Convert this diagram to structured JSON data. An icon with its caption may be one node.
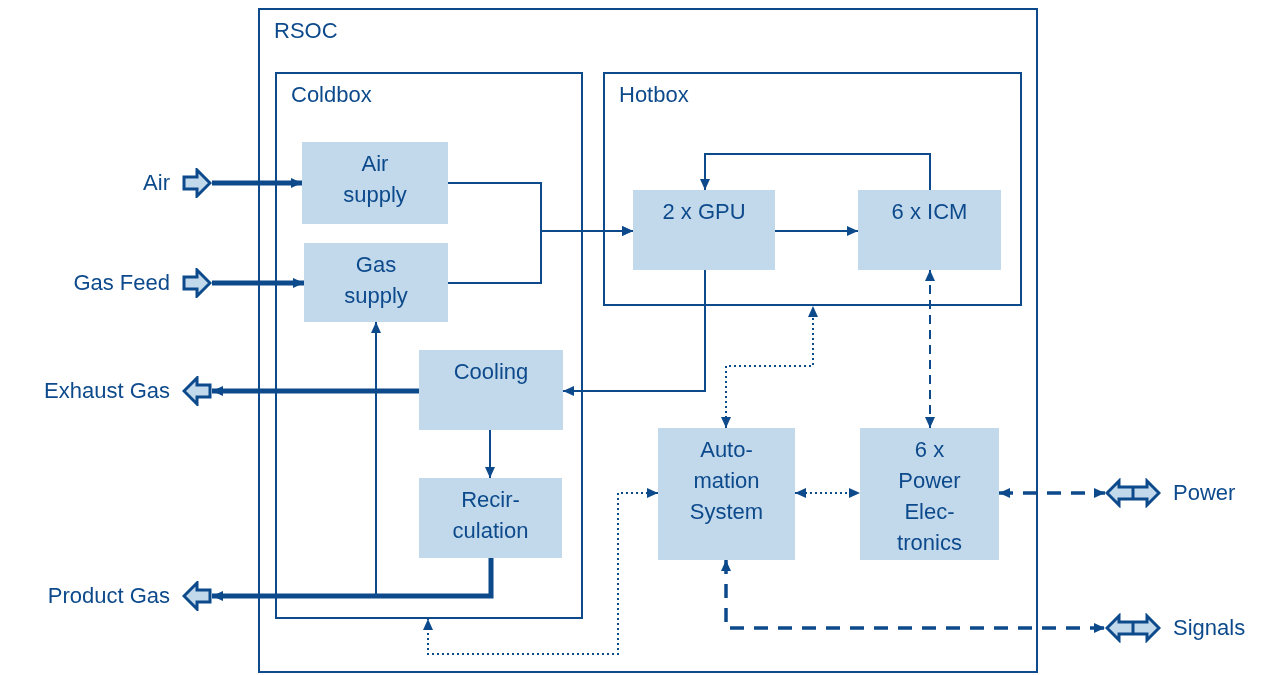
{
  "diagram": {
    "nodes": [
      {
        "text": [
          "RSOC"
        ]
      },
      {
        "text": [
          "Coldbox"
        ],
        "in": 0
      },
      {
        "text": [
          "Hotbox"
        ],
        "in": 0
      },
      {
        "text": [
          "Air supply"
        ],
        "in": 1
      },
      {
        "text": [
          "Gas supply"
        ],
        "in": 1
      },
      {
        "text": [
          "Cooling"
        ],
        "in": 1
      },
      {
        "text": [
          "Recir- culation"
        ],
        "in": 1
      },
      {
        "text": [
          "2 x GPU"
        ],
        "in": 2
      },
      {
        "text": [
          "6 x ICM"
        ],
        "in": 2
      },
      {
        "text": [
          "Auto- mation System"
        ],
        "in": 0
      },
      {
        "text": [
          "6 x Power Elec- tronics"
        ],
        "in": 0
      },
      {
        "text": [
          "Air"
        ]
      },
      {
        "text": [
          "Gas Feed"
        ]
      },
      {
        "text": [
          "Exhaust Gas"
        ]
      },
      {
        "text": [
          "Product Gas"
        ]
      },
      {
        "text": [
          "Power"
        ]
      },
      {
        "text": [
          "Signals"
        ]
      }
    ],
    "edges": [
      {
        "from": 11,
        "to": 3,
        "arrow": "to",
        "style": "thick"
      },
      {
        "from": 12,
        "to": 4,
        "arrow": "to",
        "style": "thick"
      },
      {
        "from": 3,
        "to": 7,
        "arrow": "to"
      },
      {
        "from": 4,
        "to": 7,
        "arrow": "to"
      },
      {
        "from": 7,
        "to": 8,
        "arrow": "to"
      },
      {
        "from": 8,
        "to": 7,
        "arrow": "to"
      },
      {
        "from": 7,
        "to": 5,
        "arrow": "to"
      },
      {
        "from": 5,
        "to": 13,
        "arrow": "to",
        "style": "thick"
      },
      {
        "from": 5,
        "to": 6,
        "arrow": "to"
      },
      {
        "from": 6,
        "to": 14,
        "arrow": "to",
        "style": "thick"
      },
      {
        "from": 6,
        "to": 4,
        "arrow": "to"
      },
      {
        "from": 9,
        "to": 2,
        "arrow": "both",
        "style": "dashed"
      },
      {
        "from": 8,
        "to": 10,
        "arrow": "both",
        "style": "dashed"
      },
      {
        "from": 9,
        "to": 1,
        "arrow": "both",
        "style": "dashed"
      },
      {
        "from": 9,
        "to": 10,
        "arrow": "both",
        "style": "dashed"
      },
      {
        "from": 10,
        "to": 15,
        "arrow": "both",
        "style": "dashed"
      },
      {
        "from": 9,
        "to": 16,
        "arrow": "both",
        "style": "dashed"
      }
    ]
  }
}
